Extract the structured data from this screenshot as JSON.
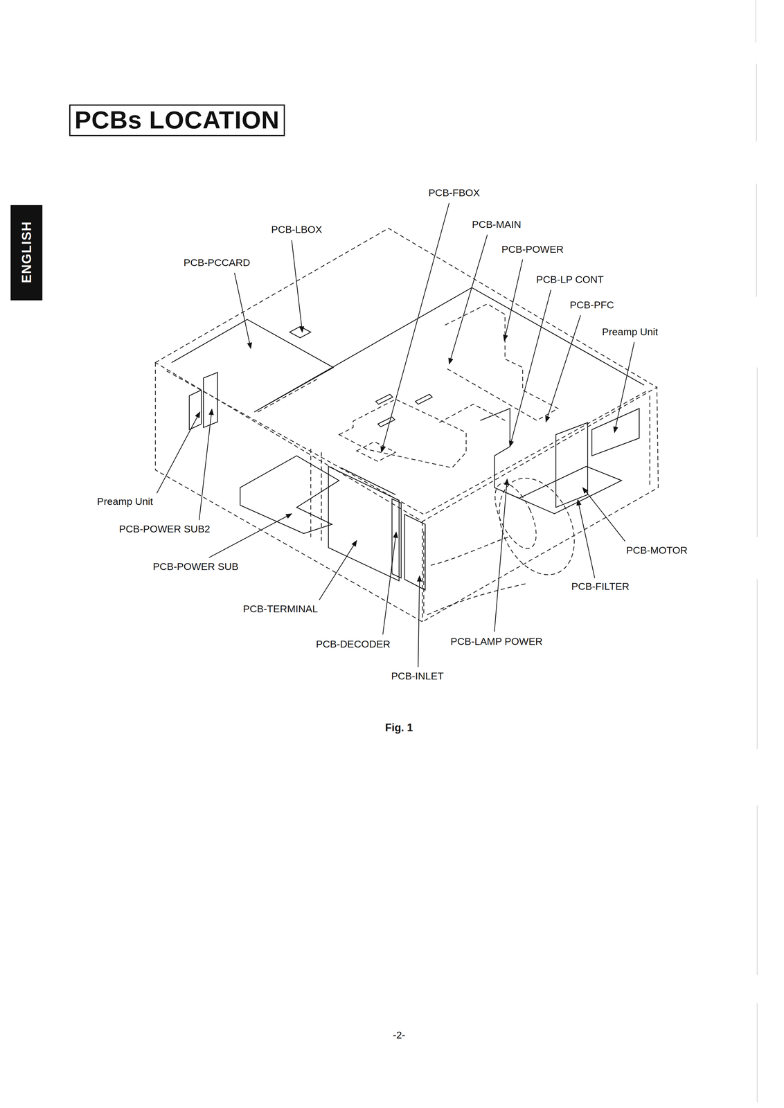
{
  "diagram": {
    "title": "PCBs LOCATION",
    "caption": "Fig. 1",
    "labels": [
      "ENGLISH",
      "PCB-FBOX",
      "PCB-LBOX",
      "PCB-MAIN",
      "PCB-POWER",
      "PCB-PCCARD",
      "PCB-LP CONT",
      "PCB-PFC",
      "Preamp Unit",
      "Preamp Unit",
      "PCB-POWER SUB2",
      "PCB-MOTOR",
      "PCB-POWER SUB",
      "PCB-FILTER",
      "PCB-TERMINAL",
      "PCB-LAMP POWER",
      "PCB-DECODER",
      "PCB-INLET",
      "-2-"
    ]
  }
}
